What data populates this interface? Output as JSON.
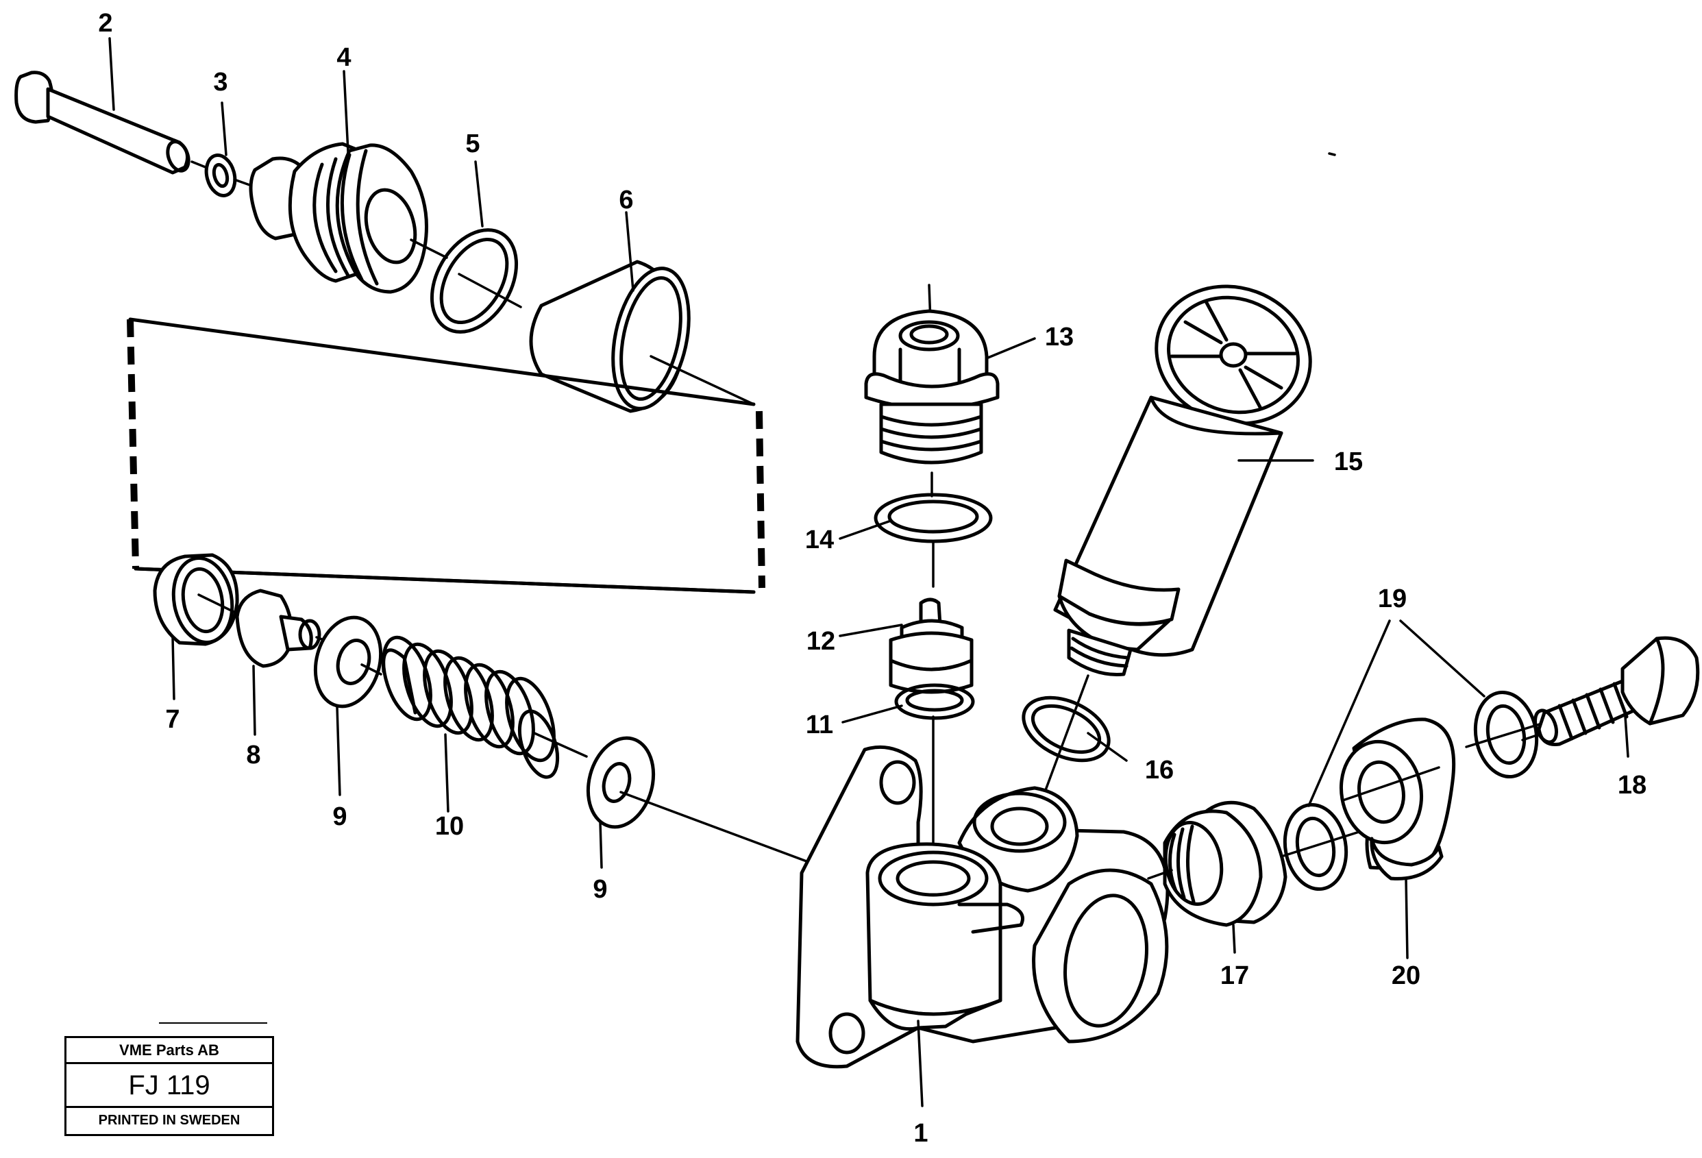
{
  "title_block": {
    "company": "VME Parts AB",
    "code": "FJ 119",
    "footer": "PRINTED IN SWEDEN"
  },
  "callouts": [
    {
      "id": "c1",
      "label": "1"
    },
    {
      "id": "c2",
      "label": "2"
    },
    {
      "id": "c3",
      "label": "3"
    },
    {
      "id": "c4",
      "label": "4"
    },
    {
      "id": "c5",
      "label": "5"
    },
    {
      "id": "c6",
      "label": "6"
    },
    {
      "id": "c7",
      "label": "7"
    },
    {
      "id": "c8",
      "label": "8"
    },
    {
      "id": "c9a",
      "label": "9"
    },
    {
      "id": "c9b",
      "label": "9"
    },
    {
      "id": "c10",
      "label": "10"
    },
    {
      "id": "c11",
      "label": "11"
    },
    {
      "id": "c12",
      "label": "12"
    },
    {
      "id": "c13",
      "label": "13"
    },
    {
      "id": "c14",
      "label": "14"
    },
    {
      "id": "c15",
      "label": "15"
    },
    {
      "id": "c16",
      "label": "16"
    },
    {
      "id": "c17",
      "label": "17"
    },
    {
      "id": "c18",
      "label": "18"
    },
    {
      "id": "c19",
      "label": "19"
    },
    {
      "id": "c20",
      "label": "20"
    }
  ]
}
